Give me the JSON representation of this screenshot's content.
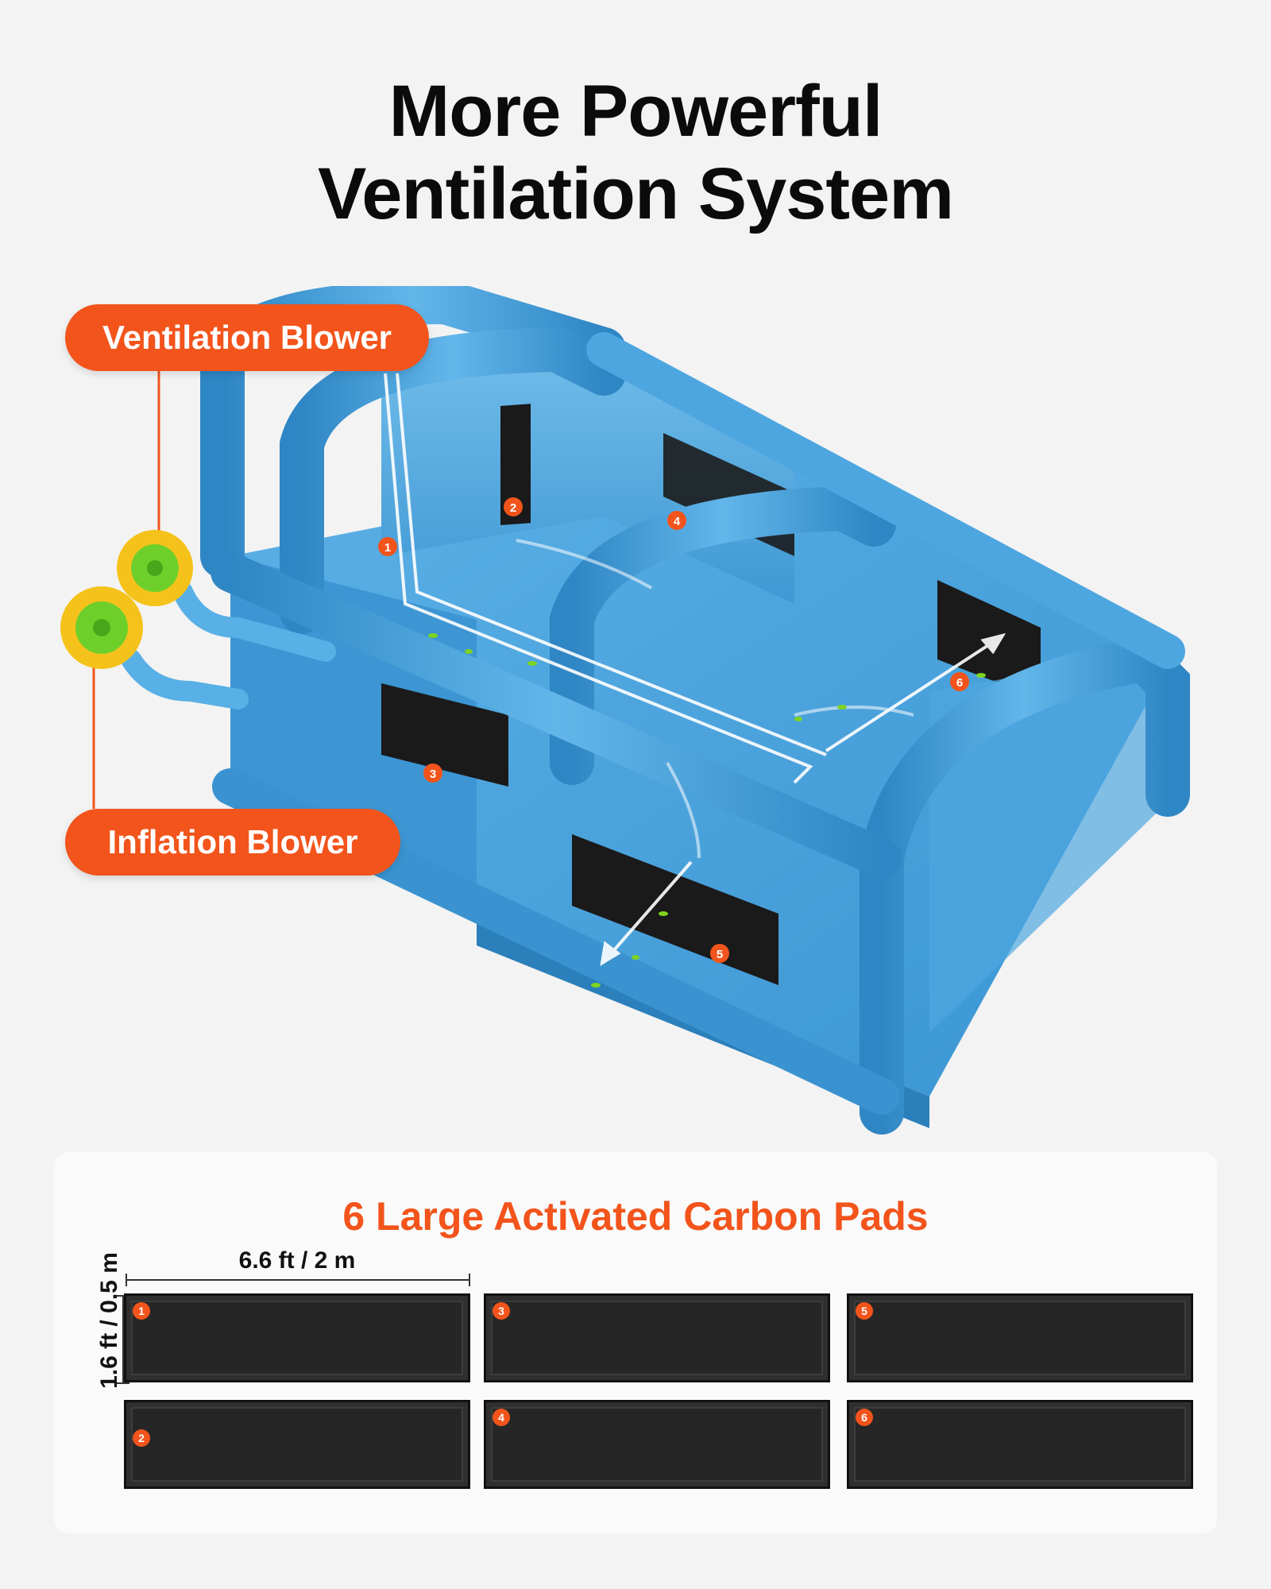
{
  "headline": {
    "line1": "More Powerful",
    "line2": "Ventilation System"
  },
  "callouts": {
    "ventilation_blower": "Ventilation Blower",
    "inflation_blower": "Inflation Blower"
  },
  "booth_pad_markers": [
    "1",
    "2",
    "3",
    "4",
    "5",
    "6"
  ],
  "pads_section": {
    "title": "6 Large Activated Carbon Pads",
    "width_label": "6.6 ft / 2 m",
    "height_label": "1.6 ft / 0.5 m",
    "pads": [
      {
        "number": "1"
      },
      {
        "number": "3"
      },
      {
        "number": "5"
      },
      {
        "number": "2"
      },
      {
        "number": "4"
      },
      {
        "number": "6"
      }
    ]
  },
  "colors": {
    "accent": "#f2541b",
    "booth_blue": "#4aa3dc",
    "booth_blue_dark": "#2f86c4",
    "blower_yellow": "#f5c21b",
    "blower_green": "#6fcf2a",
    "pad_black": "#262626"
  }
}
